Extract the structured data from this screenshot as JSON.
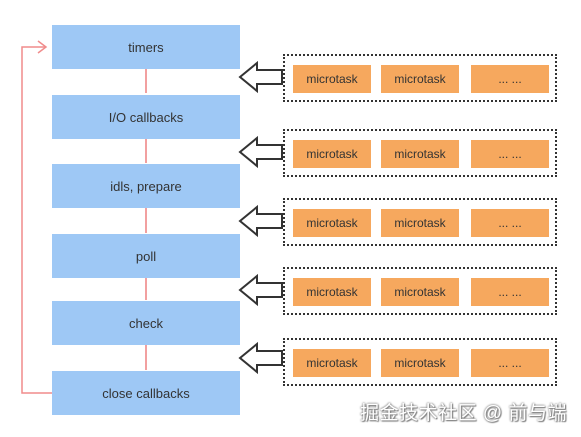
{
  "phases": [
    "timers",
    "I/O callbacks",
    "idls, prepare",
    "poll",
    "check",
    "close callbacks"
  ],
  "queues": [
    {
      "tasks": [
        "microtask",
        "microtask",
        "... ..."
      ]
    },
    {
      "tasks": [
        "microtask",
        "microtask",
        "... ..."
      ]
    },
    {
      "tasks": [
        "microtask",
        "microtask",
        "... ..."
      ]
    },
    {
      "tasks": [
        "microtask",
        "microtask",
        "... ..."
      ]
    },
    {
      "tasks": [
        "microtask",
        "microtask",
        "... ..."
      ]
    }
  ],
  "watermark": "掘金技术社区 @ 前与端",
  "colors": {
    "phase": "#9ec8f5",
    "task": "#f6a85e",
    "loop": "#f08c8c",
    "connector": "#f2a0a0"
  }
}
